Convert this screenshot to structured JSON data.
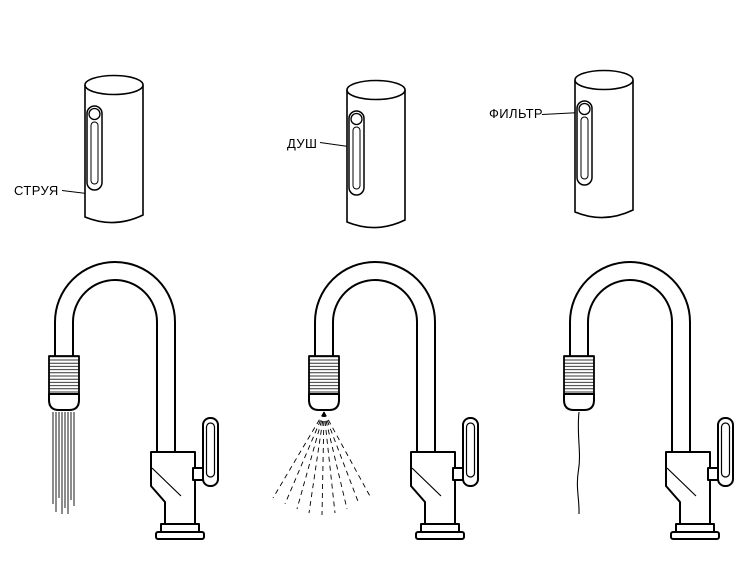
{
  "diagram": {
    "background": "#ffffff",
    "line_color": "#000000",
    "modes": [
      {
        "id": "stream",
        "label": "СТРУЯ",
        "water_pattern": "solid-stream-lines"
      },
      {
        "id": "shower",
        "label": "ДУШ",
        "water_pattern": "spray-fan-dashed"
      },
      {
        "id": "filter",
        "label": "ФИЛЬТР",
        "water_pattern": "thin-filtered-stream"
      }
    ]
  }
}
